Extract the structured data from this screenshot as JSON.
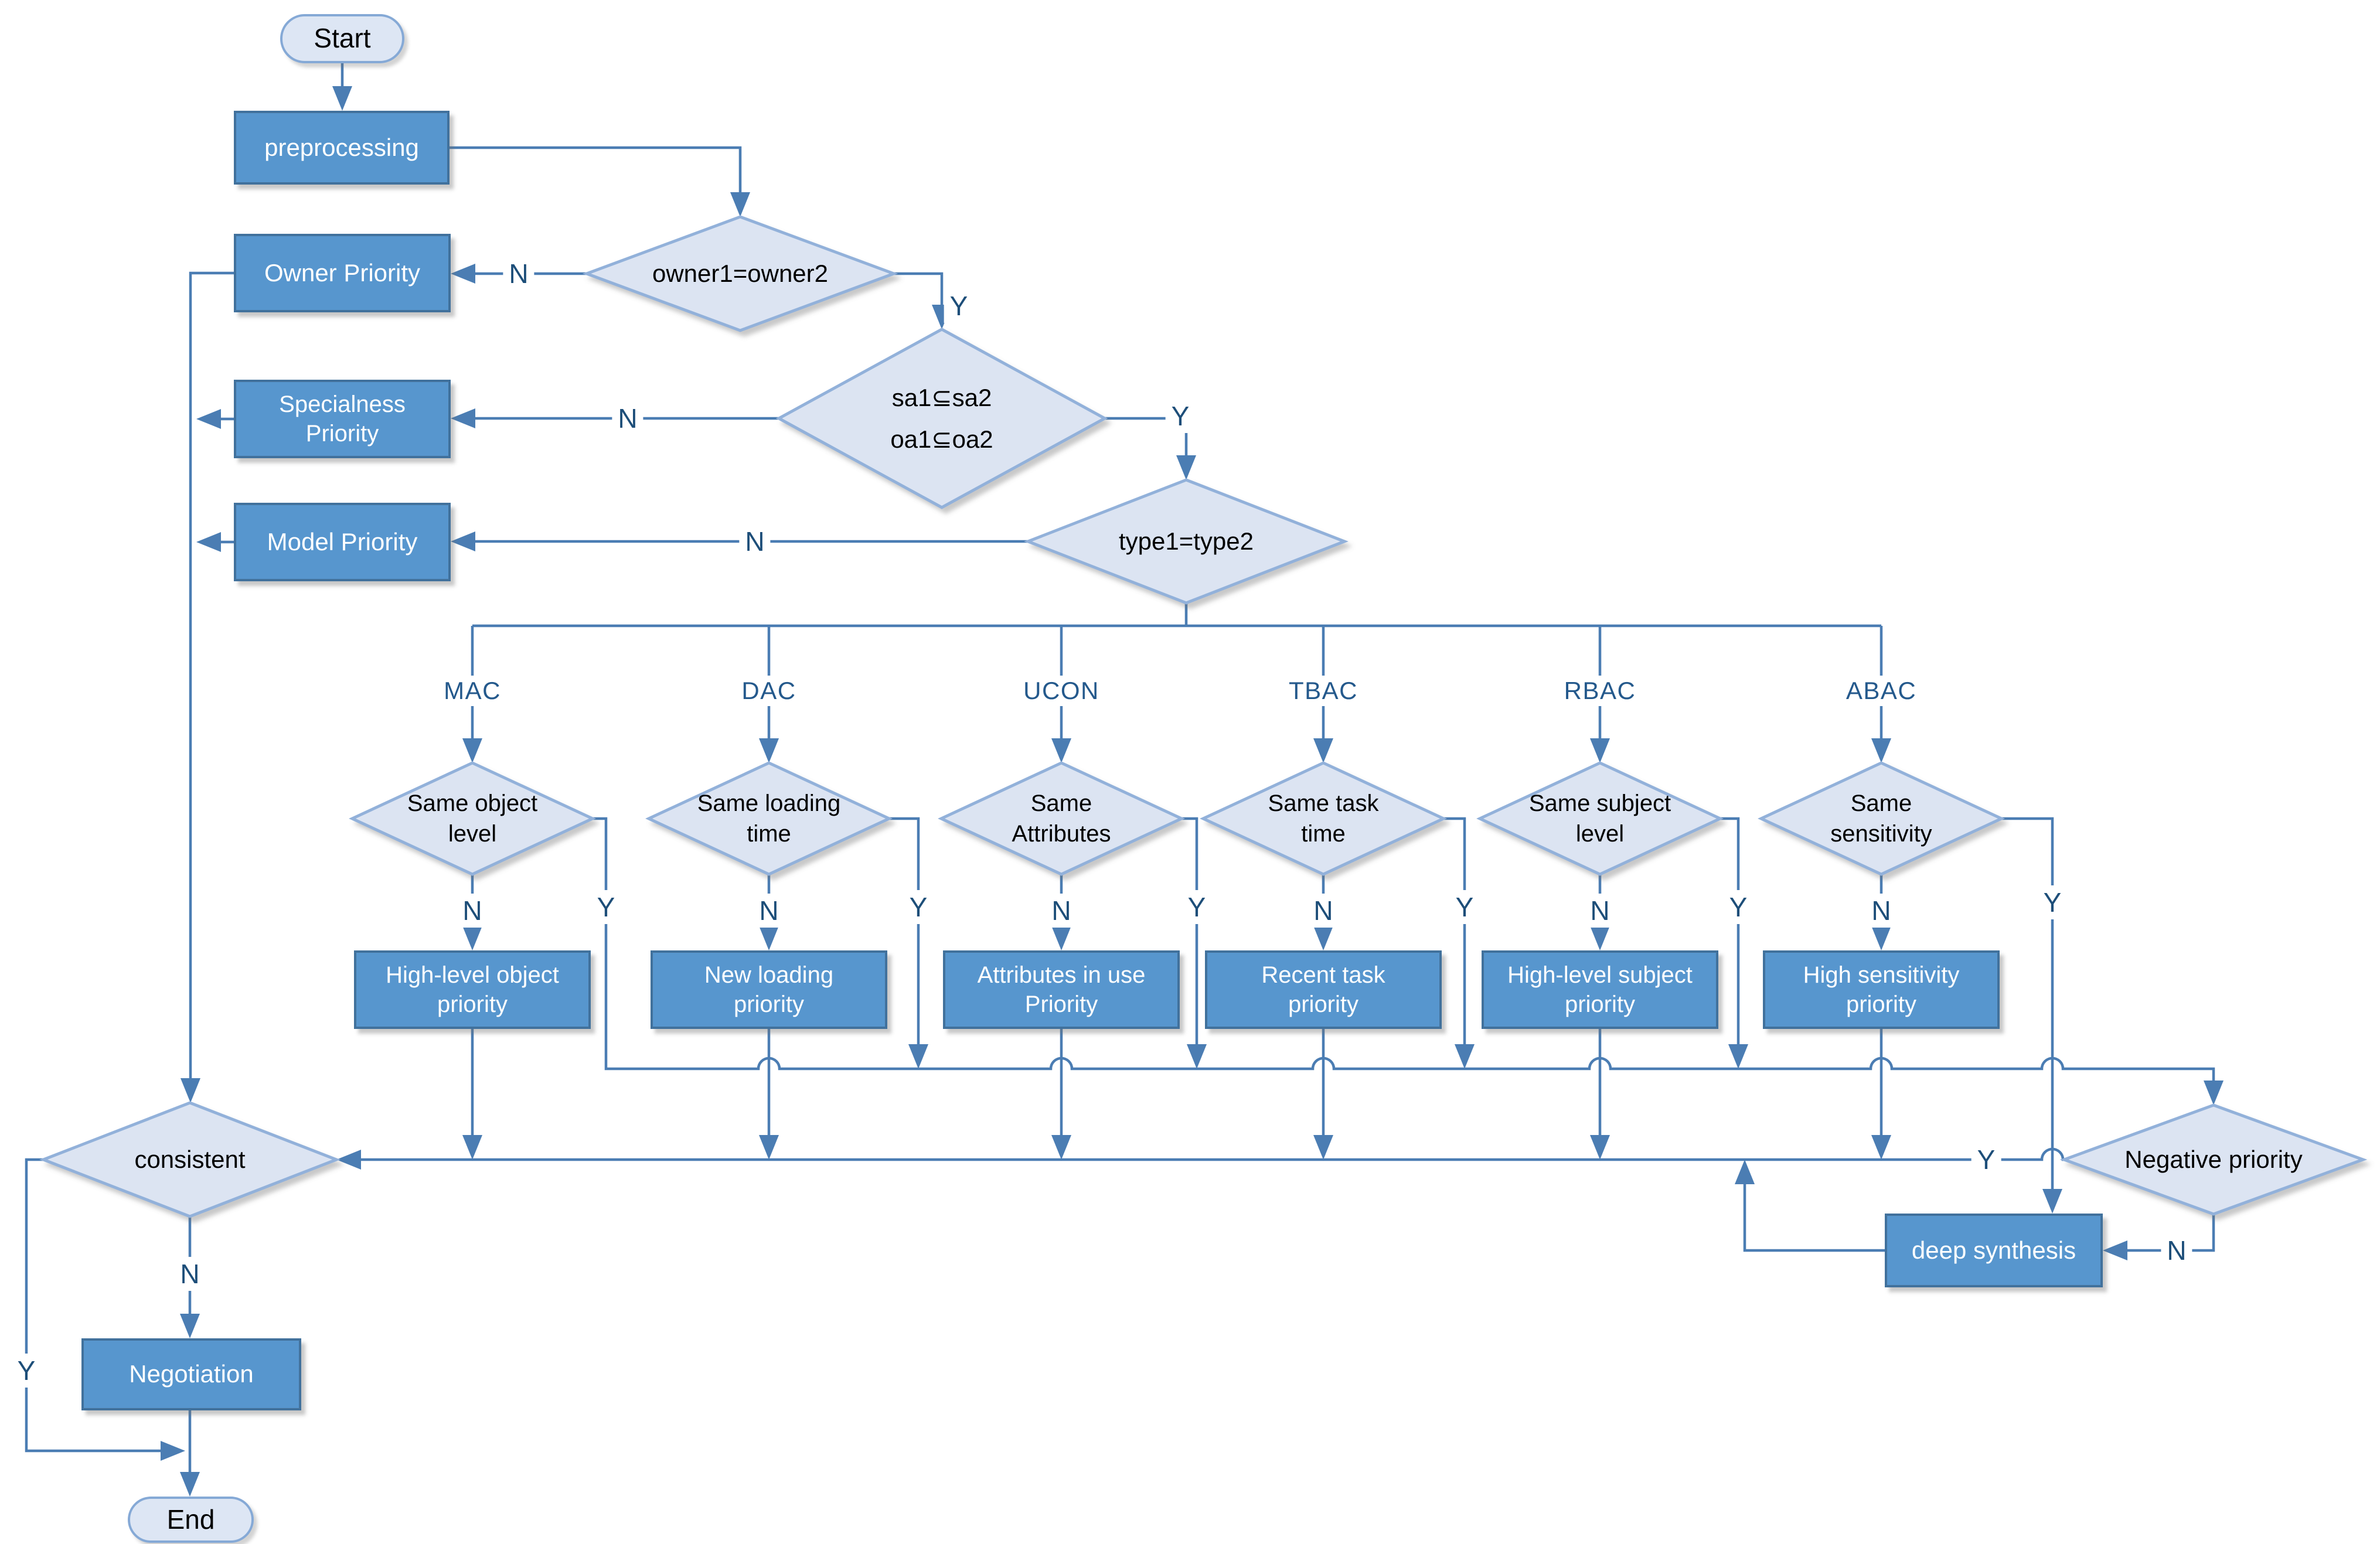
{
  "flowchart": {
    "terminators": {
      "start": "Start",
      "end": "End"
    },
    "process": {
      "preprocessing": "preprocessing",
      "owner_priority": "Owner Priority",
      "specialness_priority": "Specialness\nPriority",
      "model_priority": "Model Priority",
      "negotiation": "Negotiation",
      "deep_synthesis": "deep synthesis"
    },
    "decisions": {
      "owner_equal": "owner1=owner2",
      "subset": "sa1⊆sa2\noa1⊆oa2",
      "type_equal": "type1=type2",
      "consistent": "consistent",
      "negative_priority": "Negative priority"
    },
    "branch_labels": {
      "yes": "Y",
      "no": "N"
    },
    "columns": [
      {
        "model": "MAC",
        "decision": "Same object\nlevel",
        "action": "High-level object\npriority"
      },
      {
        "model": "DAC",
        "decision": "Same loading\ntime",
        "action": "New loading\npriority"
      },
      {
        "model": "UCON",
        "decision": "Same\nAttributes",
        "action": "Attributes in use\nPriority"
      },
      {
        "model": "TBAC",
        "decision": "Same task\ntime",
        "action": "Recent task\npriority"
      },
      {
        "model": "RBAC",
        "decision": "Same subject\nlevel",
        "action": "High-level subject\npriority"
      },
      {
        "model": "ABAC",
        "decision": "Same\nsensitivity",
        "action": "High sensitivity\npriority"
      }
    ],
    "colors": {
      "process_fill": "#5796ce",
      "process_border": "#41719c",
      "process_text": "#ffffff",
      "decision_fill": "#dce4f2",
      "decision_border": "#92b1da",
      "terminator_fill": "#dde6f4",
      "terminator_border": "#85a9d6",
      "connector": "#4b7db3",
      "branch_label_text": "#1d4e79",
      "decision_text": "#000000"
    }
  }
}
